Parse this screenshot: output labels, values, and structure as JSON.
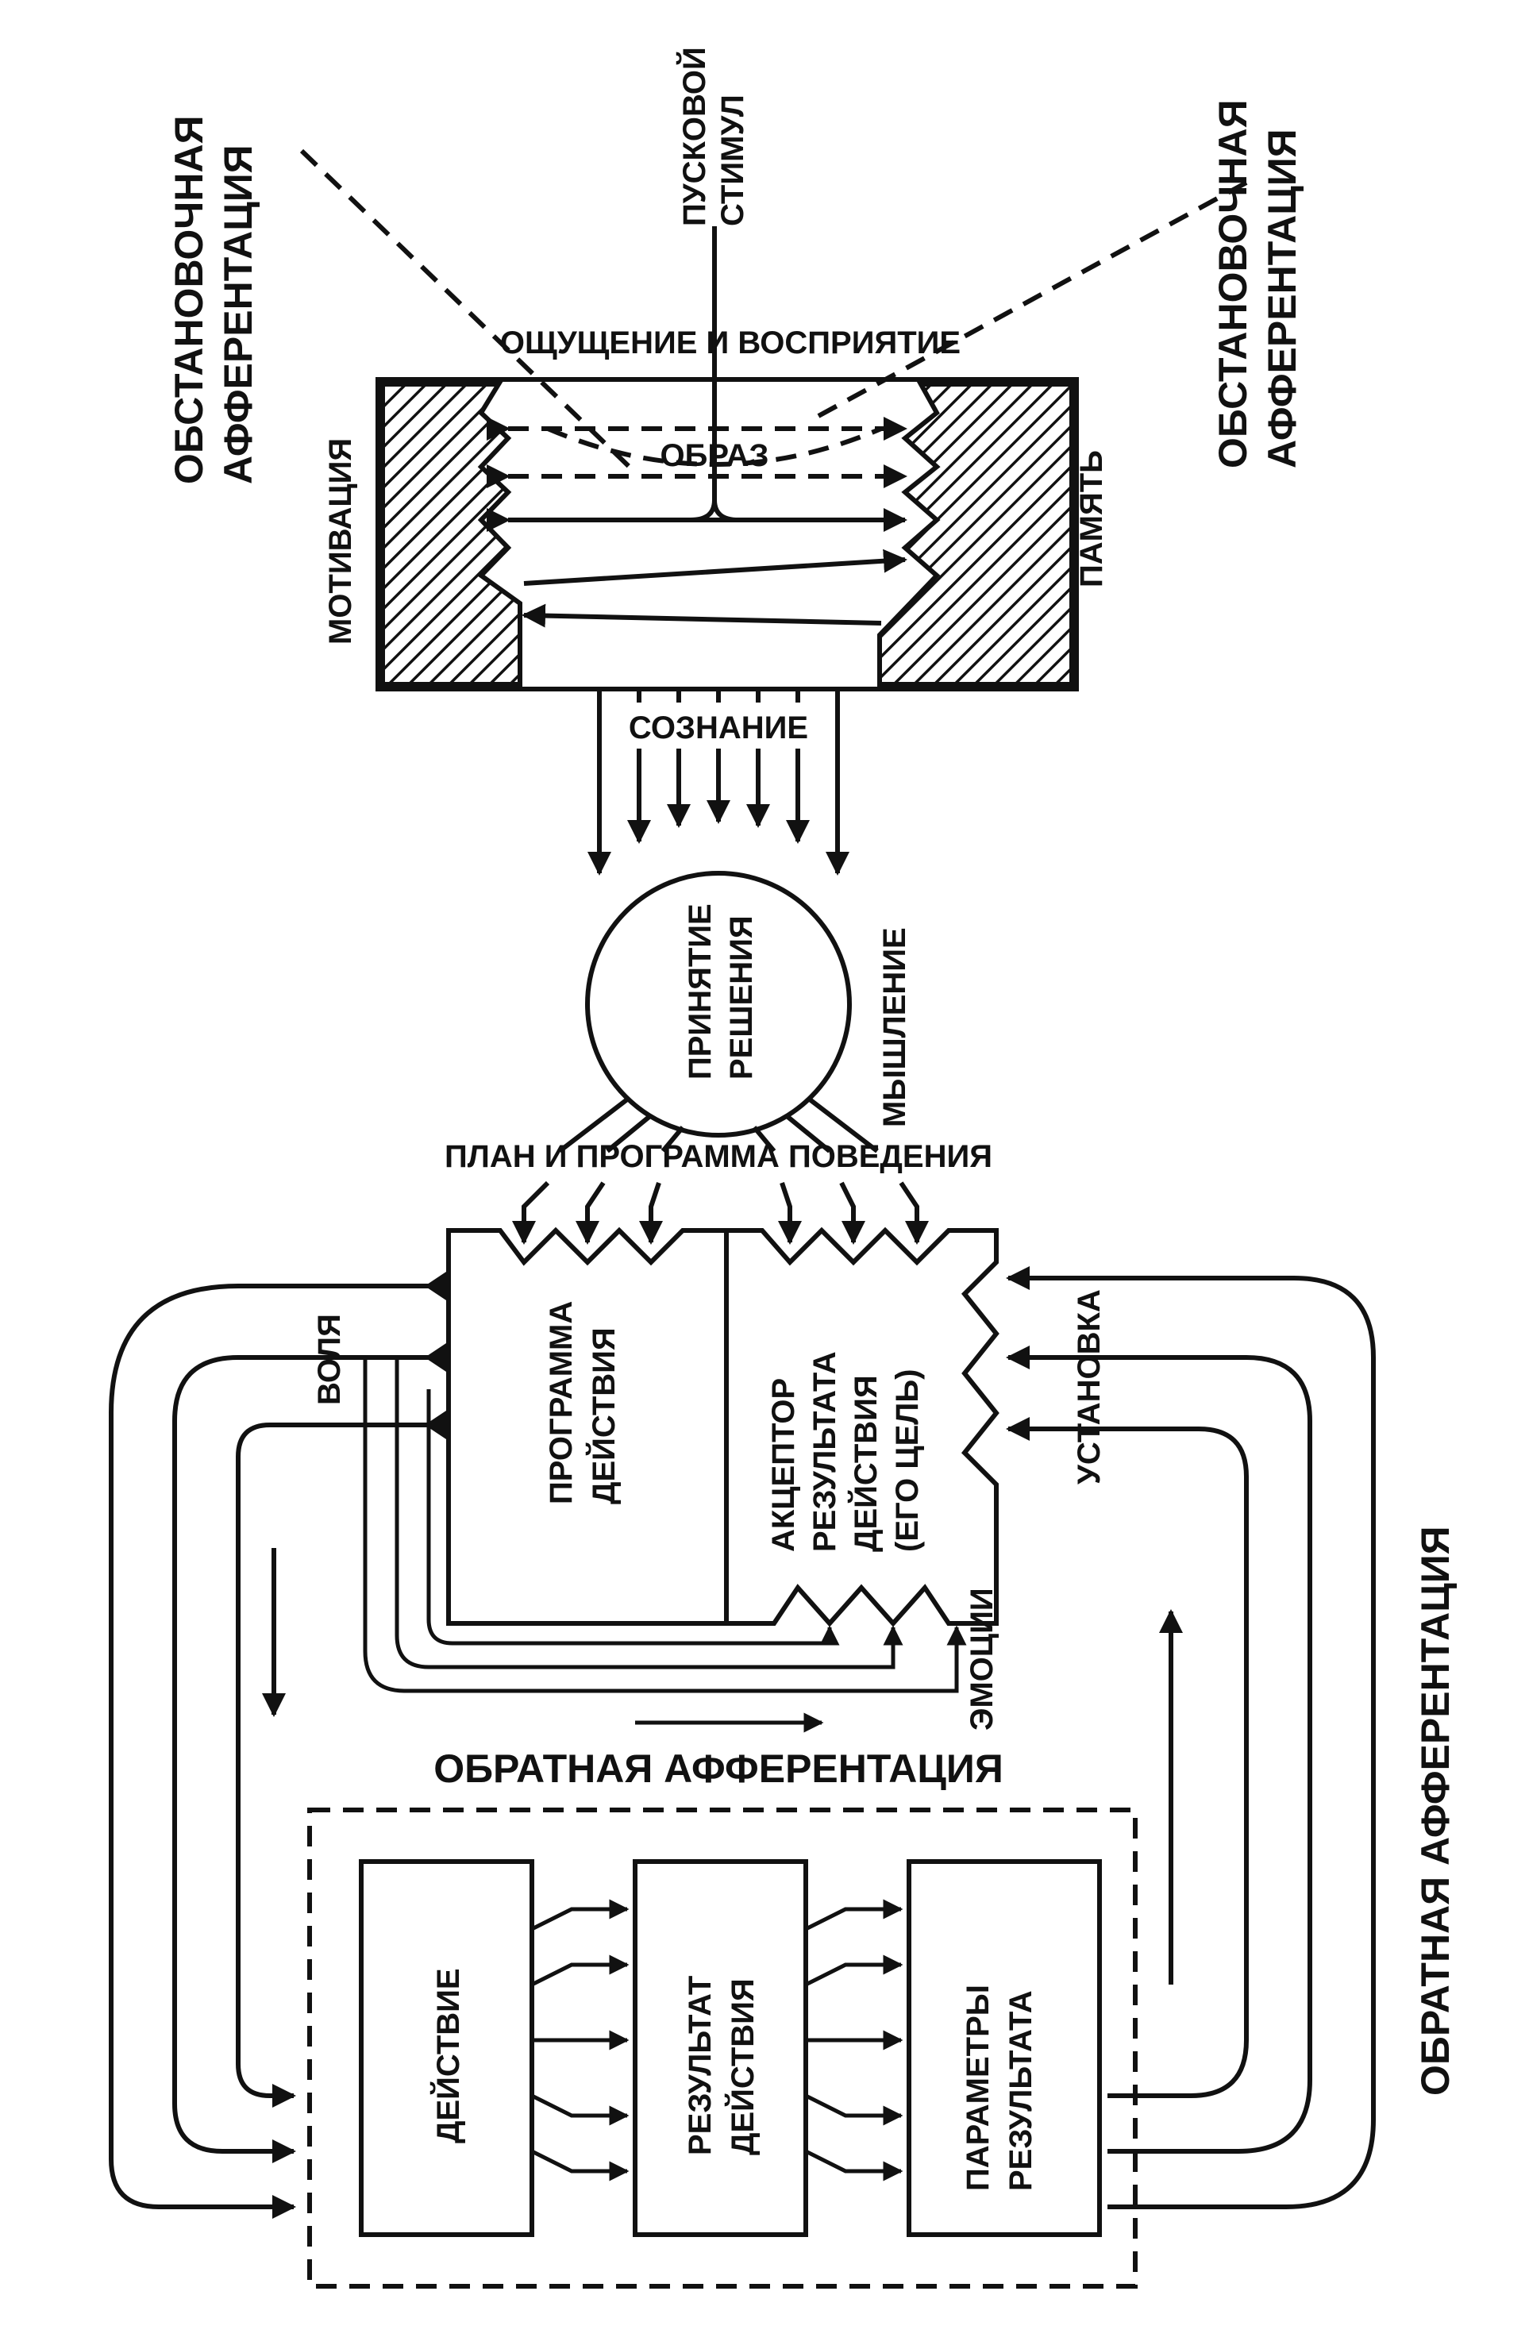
{
  "labels": {
    "env_afferentation_left": [
      "ОБСТАНОВОЧНАЯ",
      "АФФЕРЕНТАЦИЯ"
    ],
    "env_afferentation_right": [
      "ОБСТАНОВОЧНАЯ",
      "АФФЕРЕНТАЦИЯ"
    ],
    "trigger_stimulus": [
      "ПУСКОВОЙ",
      "СТИМУЛ"
    ],
    "sensation_perception": "ОЩУЩЕНИЕ И ВОСПРИЯТИЕ",
    "image": "ОБРАЗ",
    "motivation": "МОТИВАЦИЯ",
    "memory": "ПАМЯТЬ",
    "consciousness": "СОЗНАНИЕ",
    "decision": [
      "ПРИНЯТИЕ",
      "РЕШЕНИЯ"
    ],
    "thinking": "МЫШЛЕНИЕ",
    "plan_program": "ПЛАН И ПРОГРАММА ПОВЕДЕНИЯ",
    "will": "ВОЛЯ",
    "action_program": [
      "ПРОГРАММА",
      "ДЕЙСТВИЯ"
    ],
    "result_acceptor": [
      "АКЦЕПТОР",
      "РЕЗУЛЬТАТА",
      "ДЕЙСТВИЯ",
      "(ЕГО ЦЕЛЬ)"
    ],
    "set_attitude": "УСТАНОВКА",
    "emotions": "ЭМОЦИИ",
    "feedback_center": "ОБРАТНАЯ АФФЕРЕНТАЦИЯ",
    "feedback_right": "ОБРАТНАЯ АФФЕРЕНТАЦИЯ",
    "action": "ДЕЙСТВИЕ",
    "action_result": [
      "РЕЗУЛЬТАТ",
      "ДЕЙСТВИЯ"
    ],
    "result_parameters": [
      "ПАРАМЕТРЫ",
      "РЕЗУЛЬТАТА"
    ]
  }
}
